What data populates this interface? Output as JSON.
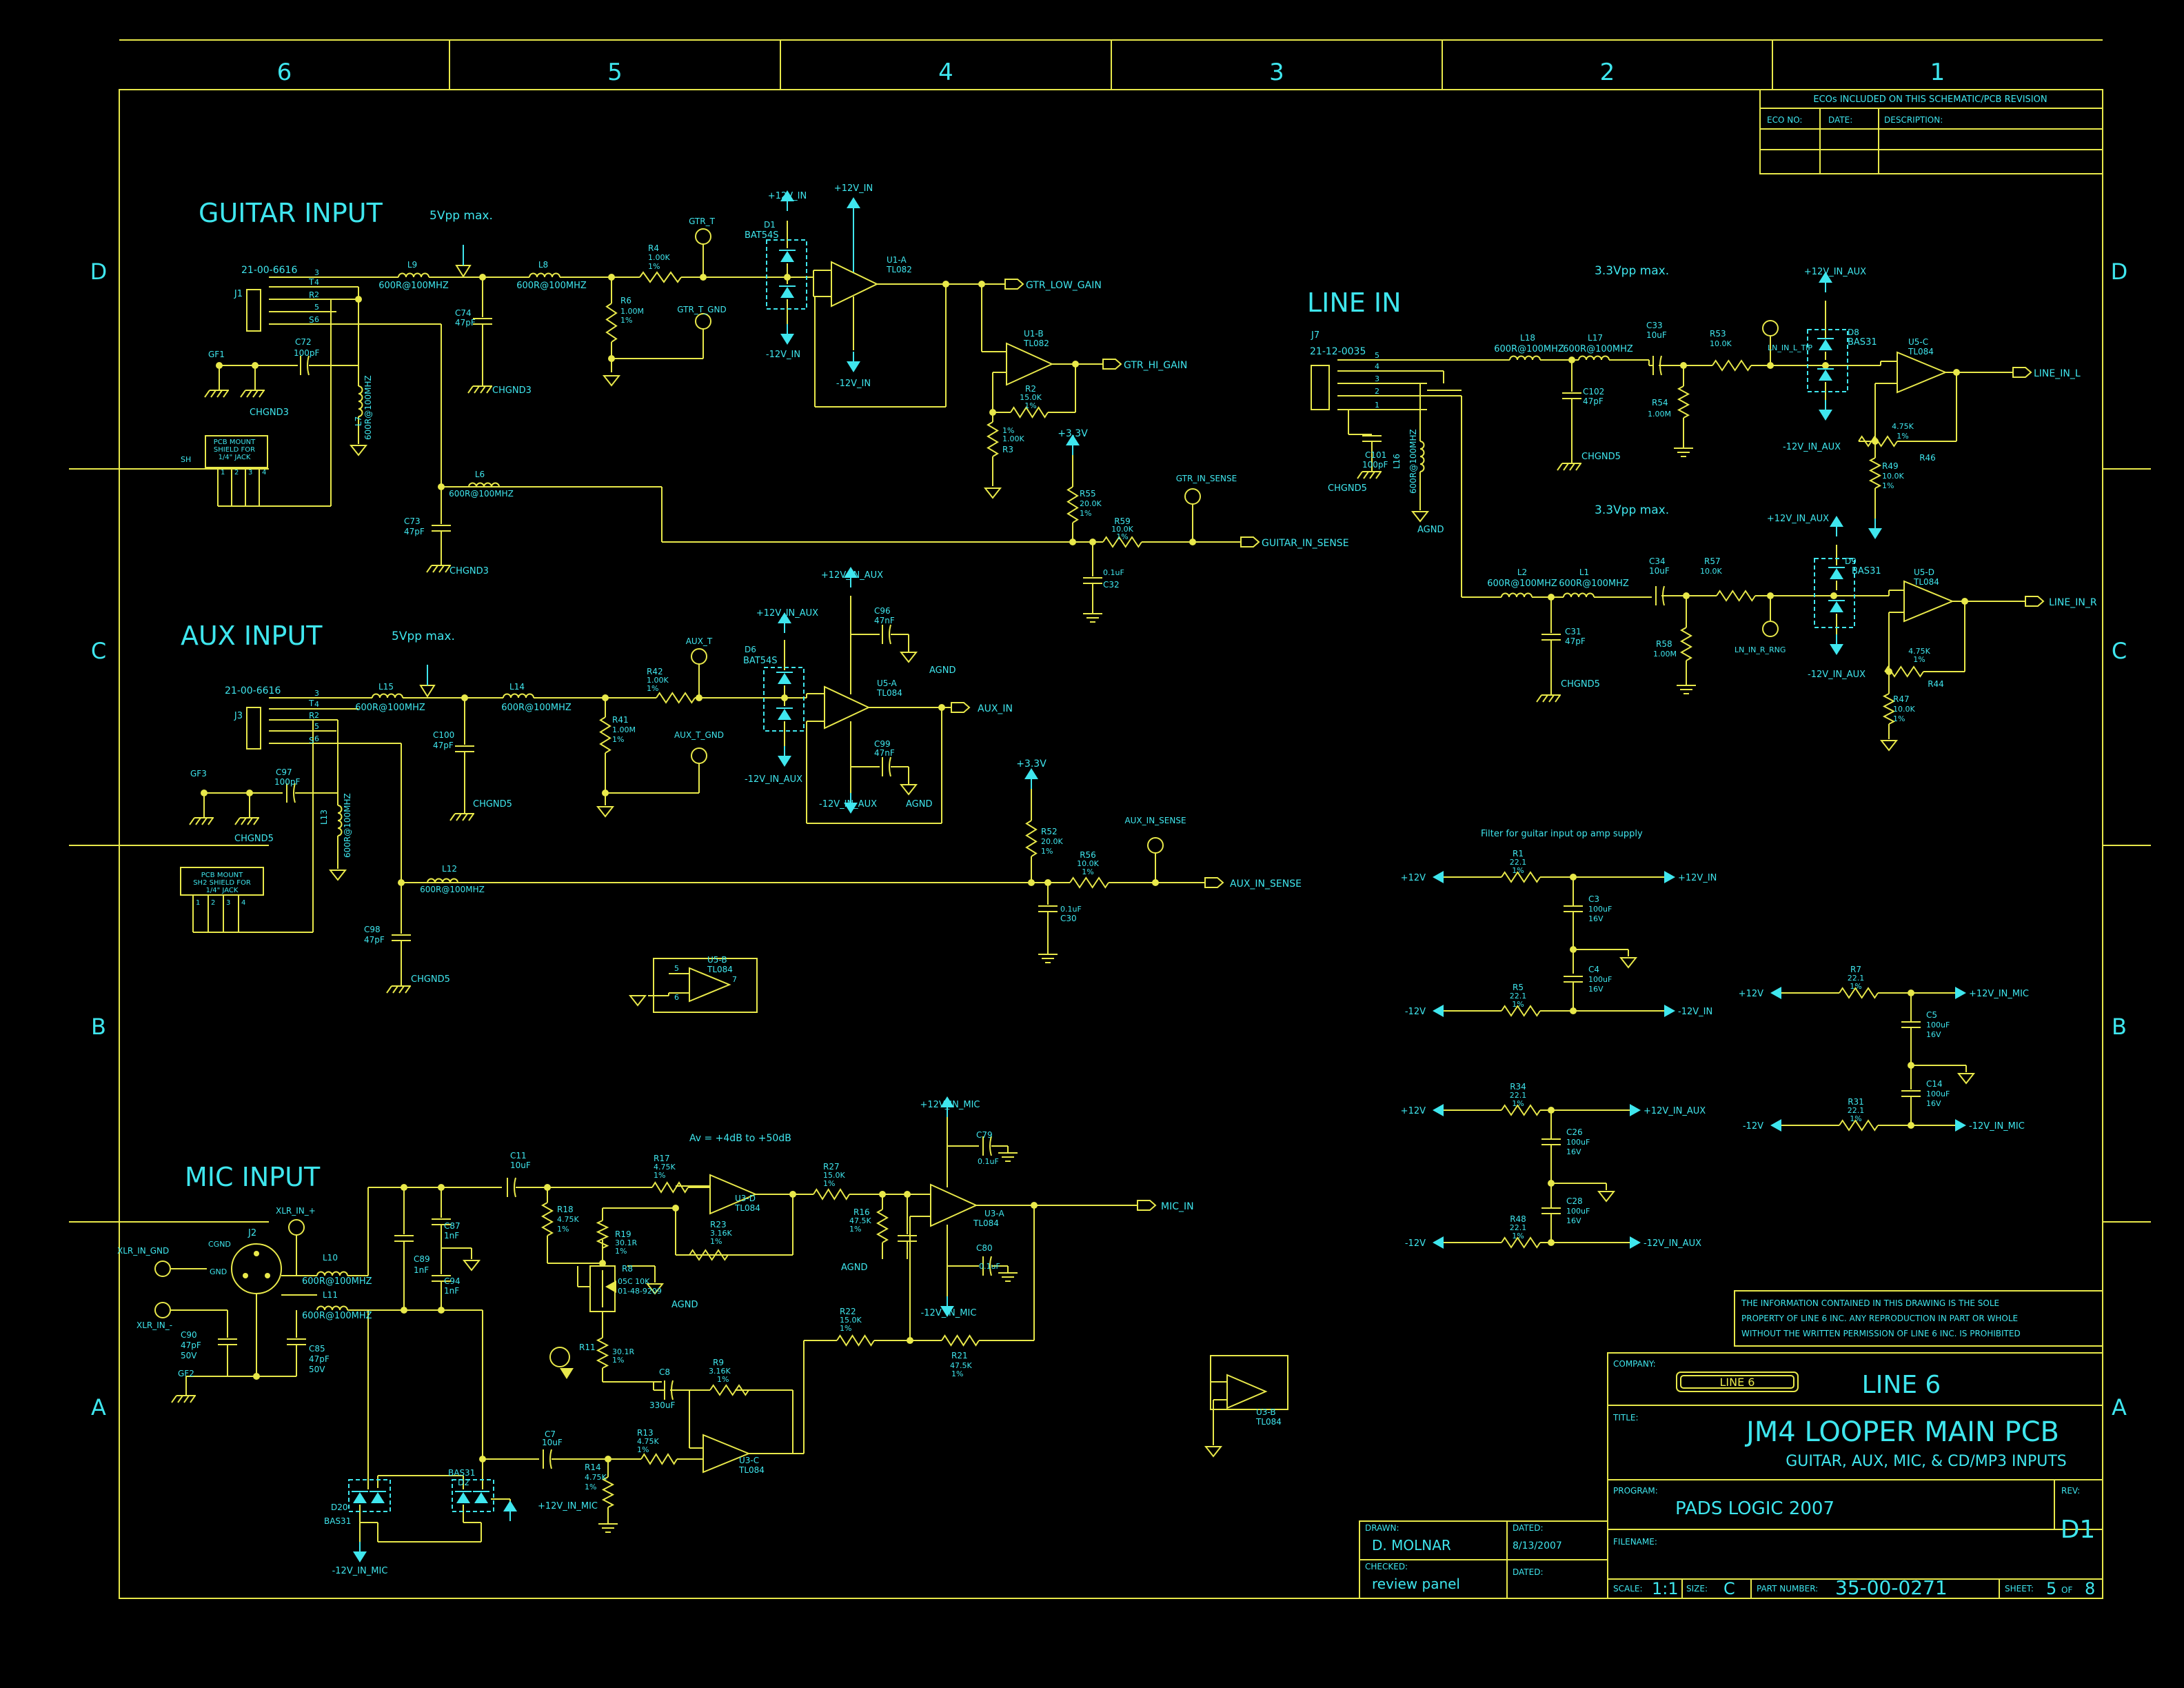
{
  "colors": {
    "background": "#000000",
    "wire": "#e8e84a",
    "label": "#3fe6ee",
    "part": "#e8e84a"
  },
  "zones": {
    "cols": [
      "6",
      "5",
      "4",
      "3",
      "2",
      "1"
    ],
    "rows": [
      "D",
      "C",
      "B",
      "A"
    ]
  },
  "eco": {
    "header": "ECOs INCLUDED ON THIS SCHEMATIC/PCB REVISION",
    "eco_no": "ECO NO:",
    "date": "DATE:",
    "description": "DESCRIPTION:"
  },
  "sections": {
    "guitar": "GUITAR INPUT",
    "aux": "AUX INPUT",
    "mic": "MIC INPUT",
    "line": "LINE IN",
    "guitar_max": "5Vpp max.",
    "aux_max": "5Vpp max.",
    "line_max_l": "3.3Vpp max.",
    "line_max_r": "3.3Vpp max.",
    "mic_gain": "Av = +4dB to +50dB",
    "filter_note": "Filter for guitar input op amp supply"
  },
  "guitar": {
    "j1": "J1",
    "j1_part": "21-00-6616",
    "pins": [
      "3",
      "4",
      "2",
      "5",
      "6"
    ],
    "pin_letters": [
      "T",
      "R",
      "S"
    ],
    "l9": "L9",
    "l9_val": "600R@100MHZ",
    "l8": "L8",
    "l8_val": "600R@100MHZ",
    "r4": "R4",
    "r4_val": "1.00K",
    "r4_tol": "1%",
    "r6": "R6",
    "r6_val": "1.00M",
    "r6_tol": "1%",
    "c74": "C74",
    "c74_val": "47pF",
    "gtr_t": "GTR_T",
    "gtr_t_gnd": "GTR_T_GND",
    "d1": "D1",
    "d1_part": "BAT54S",
    "p12_a": "+12V_IN",
    "n12_a": "-12V_IN",
    "p12_b": "+12V_IN",
    "n12_b": "-12V_IN",
    "u1a": "U1-A",
    "u1a_part": "TL082",
    "u1b": "U1-B",
    "u1b_part": "TL082",
    "gtr_low": "GTR_LOW_GAIN",
    "gtr_hi": "GTR_HI_GAIN",
    "r2": "R2",
    "r2_val": "15.0K",
    "r2_tol": "1%",
    "r3": "R3",
    "r3_val": "1.00K",
    "r3_tol": "1%",
    "p33": "+3.3V",
    "r55": "R55",
    "r55_val": "20.0K",
    "r55_tol": "1%",
    "r59": "R59",
    "r59_val": "10.0K",
    "r59_tol": "1%",
    "sense_tp": "GTR_IN_SENSE",
    "sense_out": "GUITAR_IN_SENSE",
    "c32": "C32",
    "c32_val": "0.1uF",
    "gf1": "GF1",
    "c72": "C72",
    "c72_val": "100pF",
    "chgnd3_a": "CHGND3",
    "l7": "L7",
    "l7_val": "600R@100MHZ",
    "shield": [
      "PCB MOUNT",
      "SHIELD FOR",
      "1/4\" JACK"
    ],
    "shield_tag": "SH",
    "shield_pins": [
      "1",
      "2",
      "3",
      "4"
    ],
    "chgnd3_b": "CHGND3",
    "l6": "L6",
    "l6_val": "600R@100MHZ",
    "c73": "C73",
    "c73_val": "47pF",
    "chgnd3_c": "CHGND3"
  },
  "aux": {
    "j3": "J3",
    "j3_part": "21-00-6616",
    "pins": [
      "3",
      "4",
      "2",
      "5",
      "6"
    ],
    "pin_letters": [
      "T",
      "R",
      "S"
    ],
    "l15": "L15",
    "l15_val": "600R@100MHZ",
    "l14": "L14",
    "l14_val": "600R@100MHZ",
    "r42": "R42",
    "r42_val": "1.00K",
    "r42_tol": "1%",
    "r41": "R41",
    "r41_val": "1.00M",
    "r41_tol": "1%",
    "c100": "C100",
    "c100_val": "47pF",
    "chgnd5_a": "CHGND5",
    "aux_t": "AUX_T",
    "aux_t_gnd": "AUX_T_GND",
    "d6": "D6",
    "d6_part": "BAT54S",
    "p12": "+12V_IN_AUX",
    "n12": "-12V_IN_AUX",
    "p12_b": "+12V_IN_AUX",
    "n12_b": "-12V_IN_AUX",
    "u5a": "U5-A",
    "u5a_part": "TL084",
    "aux_out": "AUX_IN",
    "c96": "C96",
    "c96_val": "47nF",
    "c99": "C99",
    "c99_val": "47nF",
    "agnd_a": "AGND",
    "agnd_b": "AGND",
    "p33": "+3.3V",
    "r52": "R52",
    "r52_val": "20.0K",
    "r52_tol": "1%",
    "r56": "R56",
    "r56_val": "10.0K",
    "r56_tol": "1%",
    "sense_tp": "AUX_IN_SENSE",
    "sense_out": "AUX_IN_SENSE",
    "c30": "C30",
    "c30_val": "0.1uF",
    "gf3": "GF3",
    "c97": "C97",
    "c97_val": "100pF",
    "chgnd5_b": "CHGND5",
    "l13": "L13",
    "l13_val": "600R@100MHZ",
    "shield": [
      "PCB MOUNT",
      "SH2 SHIELD FOR",
      "1/4\" JACK"
    ],
    "shield_pins": [
      "1",
      "2",
      "3",
      "4"
    ],
    "l12": "L12",
    "l12_val": "600R@100MHZ",
    "c98": "C98",
    "c98_val": "47pF",
    "chgnd5_c": "CHGND5",
    "u5b": "U5-B",
    "u5b_part": "TL084",
    "u5b_p5": "5",
    "u5b_p6": "6",
    "u5b_p7": "7"
  },
  "mic": {
    "xlr_gnd": "XLR_IN_GND",
    "xlr_p": "XLR_IN_+",
    "xlr_n": "XLR_IN_-",
    "j2": "J2",
    "cgnd": "CGND",
    "gnd": "GND",
    "gf2": "GF2",
    "l10": "L10",
    "l10_val": "600R@100MHZ",
    "l11": "L11",
    "l11_val": "600R@100MHZ",
    "c90": "C90",
    "c90_val": "47pF",
    "c90_v": "50V",
    "c85": "C85",
    "c85_val": "47pF",
    "c85_v": "50V",
    "c11": "C11",
    "c11_val": "10uF",
    "c89": "C89",
    "c89_val": "1nF",
    "c87": "C87",
    "c87_val": "1nF",
    "c94": "C94",
    "c94_val": "1nF",
    "r18": "R18",
    "r18_val": "4.75K",
    "r18_tol": "1%",
    "r17": "R17",
    "r17_val": "4.75K",
    "r17_tol": "1%",
    "r19": "R19",
    "r19_val": "30.1R",
    "r19_tol": "1%",
    "r8": "R8",
    "r8_part": "05C 10K",
    "r8_pn": "01-48-9209",
    "agnd_a": "AGND",
    "r11": "R11",
    "r11_val": "30.1R",
    "r11_tol": "1%",
    "u3d": "U3-D",
    "u3d_part": "TL084",
    "r23": "R23",
    "r23_val": "3.16K",
    "r23_tol": "1%",
    "r27": "R27",
    "r27_val": "15.0K",
    "r27_tol": "1%",
    "r16": "R16",
    "r16_val": "47.5K",
    "r16_tol": "1%",
    "agnd_b": "AGND",
    "p12": "+12V_IN_MIC",
    "c79": "C79",
    "c79_val": "0.1uF",
    "u3a": "U3-A",
    "u3a_part": "TL084",
    "mic_out": "MIC_IN",
    "c80": "C80",
    "c80_val": "0.1uF",
    "n12": "-12V_IN_MIC",
    "r22": "R22",
    "r22_val": "15.0K",
    "r22_tol": "1%",
    "r21": "R21",
    "r21_val": "47.5K",
    "r21_tol": "1%",
    "c8": "C8",
    "c8_val": "330uF",
    "r9": "R9",
    "r9_val": "3.16K",
    "r9_tol": "1%",
    "r13": "R13",
    "r13_val": "4.75K",
    "r13_tol": "1%",
    "u3c": "U3-C",
    "u3c_part": "TL084",
    "r14": "R14",
    "r14_val": "4.75K",
    "r14_tol": "1%",
    "c7": "C7",
    "c7_val": "10uF",
    "d2": "D2",
    "d2_part": "BAS31",
    "d20": "D20",
    "d20_part": "BAS31",
    "p12_d": "+12V_IN_MIC",
    "n12_d": "-12V_IN_MIC",
    "u3b": "U3-B",
    "u3b_part": "TL084"
  },
  "line": {
    "j7": "J7",
    "j7_part": "21-12-0035",
    "pins": [
      "5",
      "4",
      "3",
      "2",
      "1"
    ],
    "c101": "C101",
    "c101_val": "100pF",
    "chgnd5_a": "CHGND5",
    "l16": "L16",
    "l16_val": "600R@100MHZ",
    "agnd": "AGND",
    "l18": "L18",
    "l18_val": "600R@100MHZ",
    "l17": "L17",
    "l17_val": "600R@100MHZ",
    "c102": "C102",
    "c102_val": "47pF",
    "chgnd5_b": "CHGND5",
    "c33": "C33",
    "c33_val": "10uF",
    "r53": "R53",
    "r53_val": "10.0K",
    "r54": "R54",
    "r54_val": "1.00M",
    "tip": "LN_IN_L_TIP",
    "d8": "D8",
    "d8_part": "BAS31",
    "p12": "+12V_IN_AUX",
    "n12": "-12V_IN_AUX",
    "u5c": "U5-C",
    "u5c_part": "TL084",
    "out_l": "LINE_IN_L",
    "r46": "R46",
    "r46_val": "4.75K",
    "r46_tol": "1%",
    "r49": "R49",
    "r49_val": "10.0K",
    "r49_tol": "1%",
    "l2": "L2",
    "l2_val": "600R@100MHZ",
    "l1": "L1",
    "l1_val": "600R@100MHZ",
    "c31": "C31",
    "c31_val": "47pF",
    "chgnd5_c": "CHGND5",
    "c34": "C34",
    "c34_val": "10uF",
    "r57": "R57",
    "r57_val": "10.0K",
    "r58": "R58",
    "r58_val": "1.00M",
    "ring": "LN_IN_R_RNG",
    "d9": "D9",
    "d9_part": "BAS31",
    "p12_b": "+12V_IN_AUX",
    "n12_b": "-12V_IN_AUX",
    "u5d": "U5-D",
    "u5d_part": "TL084",
    "out_r": "LINE_IN_R",
    "r44": "R44",
    "r44_val": "4.75K",
    "r44_tol": "1%",
    "r47": "R47",
    "r47_val": "10.0K",
    "r47_tol": "1%"
  },
  "filters": [
    {
      "in": "+12V",
      "out": "+12V_IN",
      "r": "R1",
      "r_val": "22.1",
      "c": "C3",
      "c_val": "100uF",
      "c_v": "16V"
    },
    {
      "in": "-12V",
      "out": "-12V_IN",
      "r": "R5",
      "r_val": "22.1",
      "c": "C4",
      "c_val": "100uF",
      "c_v": "16V"
    },
    {
      "in": "+12V",
      "out": "+12V_IN_AUX",
      "r": "R34",
      "r_val": "22.1",
      "c": "C26",
      "c_val": "100uF",
      "c_v": "16V"
    },
    {
      "in": "-12V",
      "out": "-12V_IN_AUX",
      "r": "R48",
      "r_val": "22.1",
      "c": "C28",
      "c_val": "100uF",
      "c_v": "16V"
    },
    {
      "in": "+12V",
      "out": "+12V_IN_MIC",
      "r": "R7",
      "r_val": "22.1",
      "c": "C5",
      "c_val": "100uF",
      "c_v": "16V"
    },
    {
      "in": "-12V",
      "out": "-12V_IN_MIC",
      "r": "R31",
      "r_val": "22.1",
      "c": "C14",
      "c_val": "100uF",
      "c_v": "16V"
    }
  ],
  "notice": [
    "THE INFORMATION CONTAINED IN THIS DRAWING IS THE SOLE",
    "PROPERTY OF LINE 6 INC.  ANY REPRODUCTION IN PART OR WHOLE",
    "WITHOUT THE WRITTEN PERMISSION OF LINE 6 INC. IS PROHIBITED"
  ],
  "titleblock": {
    "company_label": "COMPANY:",
    "company": "LINE 6",
    "logo_text": "LINE 6",
    "title_label": "TITLE:",
    "title": "JM4 LOOPER MAIN PCB",
    "subtitle": "GUITAR, AUX, MIC, & CD/MP3 INPUTS",
    "program_label": "PROGRAM:",
    "program": "PADS LOGIC 2007",
    "rev_label": "REV:",
    "rev": "D1",
    "filename_label": "FILENAME:",
    "drawn_label": "DRAWN:",
    "drawn": "D. MOLNAR",
    "dated_label": "DATED:",
    "dated": "8/13/2007",
    "checked_label": "CHECKED:",
    "checked": "review panel",
    "dated2_label": "DATED:",
    "scale_label": "SCALE:",
    "scale": "1:1",
    "size_label": "SIZE:",
    "size": "C",
    "pn_label": "PART NUMBER:",
    "pn": "35-00-0271",
    "sheet_label": "SHEET:",
    "sheet": "5",
    "of": "OF",
    "sheets": "8"
  }
}
